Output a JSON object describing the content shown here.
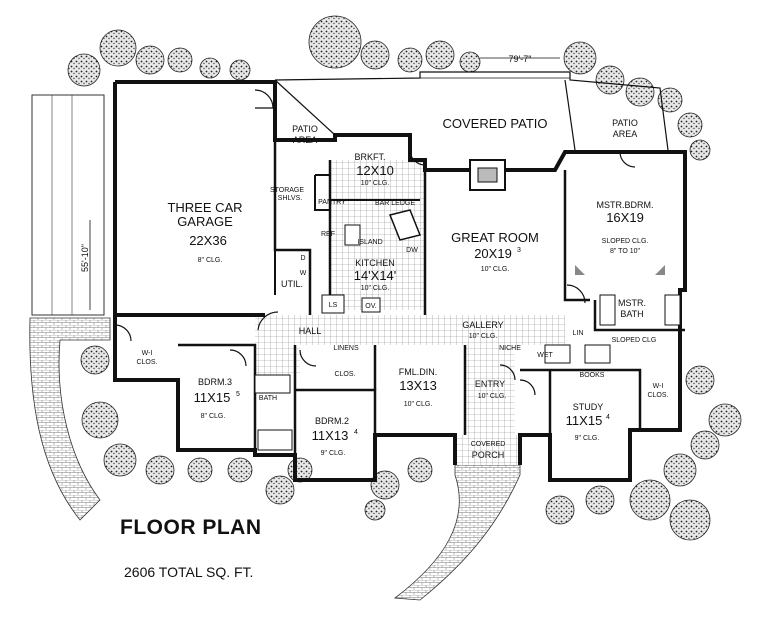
{
  "title": "FLOOR PLAN",
  "total_sqft": "2606 TOTAL SQ. FT.",
  "dimensions": {
    "width": "79'-7\"",
    "depth": "55'-10\""
  },
  "rooms": {
    "garage": {
      "name1": "THREE CAR",
      "name2": "GARAGE",
      "size": "22X36",
      "clg": "8\" CLG."
    },
    "great_room": {
      "name": "GREAT ROOM",
      "size": "20X19",
      "size_sup": "3",
      "clg": "10\" CLG."
    },
    "kitchen": {
      "name": "KITCHEN",
      "size": "14'X14'",
      "clg": "10\" CLG."
    },
    "brkft": {
      "name": "BRKFT.",
      "size": "12X10",
      "clg": "10\" CLG."
    },
    "mstr_bdrm": {
      "name": "MSTR.BDRM.",
      "size": "16X19",
      "clg1": "SLOPED CLG.",
      "clg2": "8\" TO 10\""
    },
    "mstr_bath": {
      "name1": "MSTR.",
      "name2": "BATH"
    },
    "bdrm3": {
      "name": "BDRM.3",
      "size": "11X15",
      "size_sup": "5",
      "clg": "8\" CLG."
    },
    "bdrm2": {
      "name": "BDRM.2",
      "size": "11X13",
      "size_sup": "4",
      "clg": "9\" CLG."
    },
    "fml_din": {
      "name": "FML.DIN.",
      "size": "13X13",
      "clg": "10\" CLG."
    },
    "study": {
      "name": "STUDY",
      "size": "11X15",
      "size_sup": "4",
      "clg": "9\" CLG."
    },
    "entry": {
      "name": "ENTRY",
      "clg": "10\" CLG."
    },
    "gallery": {
      "name": "GALLERY",
      "clg": "10\" CLG."
    },
    "covered_patio": {
      "name": "COVERED PATIO"
    },
    "patio_area_left": {
      "name1": "PATIO",
      "name2": "AREA"
    },
    "patio_area_right": {
      "name1": "PATIO",
      "name2": "AREA"
    },
    "porch": {
      "name1": "COVERED",
      "name2": "PORCH"
    }
  },
  "labels": {
    "hall": "HALL",
    "util": "UTIL.",
    "pantry": "PANTRY",
    "storage1": "STORAGE",
    "storage2": "SHLVS.",
    "bar_ledge": "BAR LEDGE",
    "island": "ISLAND",
    "dw": "DW",
    "ref": "REF",
    "ls": "LS",
    "ov": "OV.",
    "linens": "LINENS",
    "clos": "CLOS.",
    "bath": "BATH",
    "wi_clos_left1": "W-I",
    "wi_clos_left2": "CLOS.",
    "wi_clos_right1": "W-I",
    "wi_clos_right2": "CLOS.",
    "niche": "NICHE",
    "wet": "WET",
    "books": "BOOKS",
    "lin": "LIN",
    "sloped_clg": "SLOPED CLG",
    "d": "D",
    "w": "W"
  }
}
